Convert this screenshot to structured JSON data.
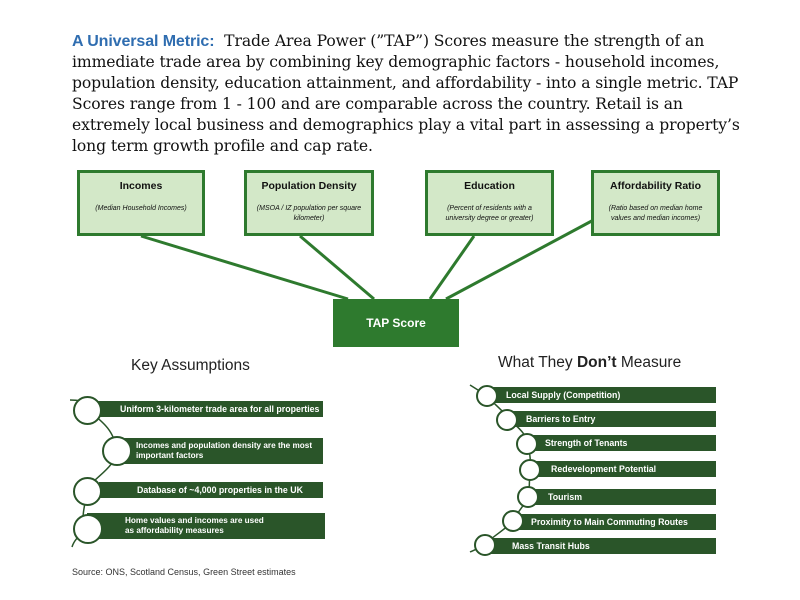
{
  "intro": {
    "lead": "A Universal Metric:",
    "text": "Trade Area Power (”TAP”) Scores measure the strength of an immediate trade area by combining key demographic factors - household incomes, population density, education attainment, and affordability - into a single metric. TAP Scores range from 1 - 100 and are comparable across the country. Retail is an extremely local business and demographics play a vital part in assessing a property’s long term growth profile and cap rate."
  },
  "factors": [
    {
      "title": "Incomes",
      "subtitle": "(Median Household Incomes)"
    },
    {
      "title": "Population Density",
      "subtitle": "(MSOA / IZ population per square kilometer)"
    },
    {
      "title": "Education",
      "subtitle": "(Percent of residents with a university degree or greater)"
    },
    {
      "title": "Affordability Ratio",
      "subtitle": "(Ratio based on median home values and median incomes)"
    }
  ],
  "tap_score": "TAP Score",
  "key_assumptions": {
    "heading": "Key Assumptions",
    "items": [
      "Uniform 3-kilometer trade area for all properties",
      "Incomes and population density are the most important factors",
      "Database of ~4,000 properties in the UK",
      "Home values and incomes are used as affordability measures"
    ]
  },
  "not_measured": {
    "heading_pre": "What They ",
    "heading_bold": "Don’t",
    "heading_post": " Measure",
    "items": [
      "Local Supply (Competition)",
      "Barriers to Entry",
      "Strength of Tenants",
      "Redevelopment Potential",
      "Tourism",
      "Proximity to Main Commuting Routes",
      "Mass Transit Hubs"
    ]
  },
  "source": "Source: ONS, Scotland Census, Green Street estimates",
  "colors": {
    "box_fill": "#d3e8c8",
    "box_border": "#2e7a2e",
    "tap_fill": "#2e7a2e",
    "bar_fill": "#2a5529",
    "lead": "#2f6db0"
  }
}
